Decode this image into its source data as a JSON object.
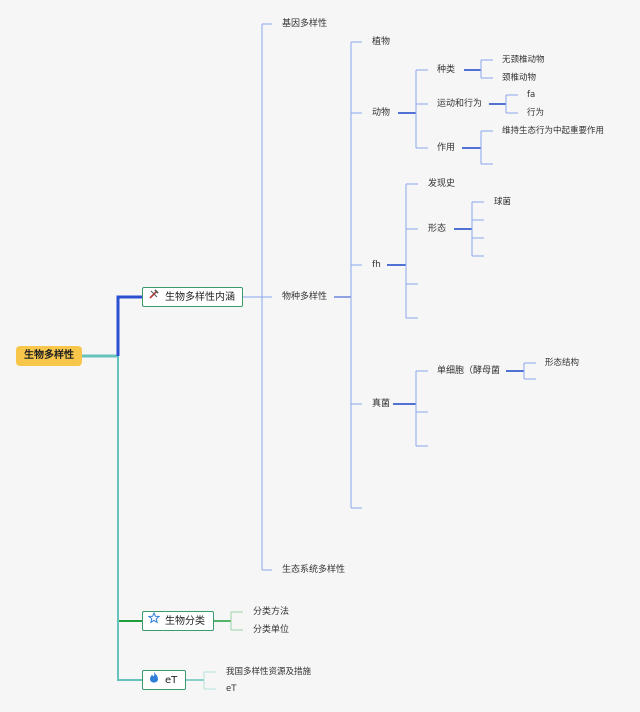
{
  "root": {
    "label": "生物多样性"
  },
  "branch1": {
    "label": "生物多样性内涵",
    "icon": "tools-icon",
    "color": "#2b4fd1",
    "children": {
      "gene": "基因多样性",
      "species": "物种多样性",
      "ecosystem": "生态系统多样性"
    },
    "species": {
      "plant": "植物",
      "animal": "动物",
      "kinds": "种类",
      "invertebrate": "无颈椎动物",
      "vertebrate": "颈椎动物",
      "motion": "运动和行为",
      "fa": "fa",
      "behavior": "行为",
      "role": "作用",
      "role_detail": "维持生态行为中起重要作用",
      "fh": "fh",
      "history": "发现史",
      "shape": "形态",
      "coccus": "球菌",
      "fungi": "真菌",
      "yeast": "单细胞（酵母菌",
      "structure": "形态结构"
    }
  },
  "branch2": {
    "label": "生物分类",
    "icon": "star-icon",
    "color": "#1e9e3a",
    "children": {
      "method": "分类方法",
      "unit": "分类单位"
    }
  },
  "branch3": {
    "label": "eT",
    "icon": "fire-icon",
    "color": "#5ec7b0",
    "children": {
      "measures": "我国多样性资源及措施",
      "et": "eT"
    }
  },
  "colors": {
    "root_fill": "#f7c64a",
    "branch1": "#2b4fd1",
    "branch2": "#1e9e3a",
    "branch3": "#5ec7b0",
    "sub_line": "#8aa6ee",
    "deep_line": "#1a47c8",
    "teal": "#65c3bb"
  }
}
